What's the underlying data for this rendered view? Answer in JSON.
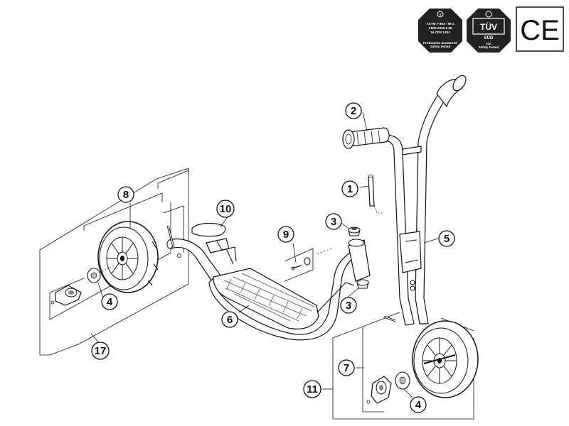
{
  "certifications": {
    "astm_lines": [
      "ASTM F 963 - 96 a",
      "ANSI Z315.1-96",
      "16 CFR 1303"
    ],
    "astm_footer": [
      "Production monitored",
      "Safety tested"
    ],
    "tuv_mark": "TÜV",
    "tuv_sub": "SÜD",
    "tuv_footer": [
      "GS",
      "Safety tested"
    ],
    "ce_mark": "CE"
  },
  "callouts": [
    {
      "id": "callout-1",
      "label": "1"
    },
    {
      "id": "callout-2",
      "label": "2"
    },
    {
      "id": "callout-3a",
      "label": "3"
    },
    {
      "id": "callout-3b",
      "label": "3"
    },
    {
      "id": "callout-4a",
      "label": "4"
    },
    {
      "id": "callout-4b",
      "label": "4"
    },
    {
      "id": "callout-5",
      "label": "5"
    },
    {
      "id": "callout-6",
      "label": "6"
    },
    {
      "id": "callout-7",
      "label": "7"
    },
    {
      "id": "callout-8",
      "label": "8"
    },
    {
      "id": "callout-9",
      "label": "9"
    },
    {
      "id": "callout-10",
      "label": "10"
    },
    {
      "id": "callout-11",
      "label": "11"
    },
    {
      "id": "callout-17",
      "label": "17"
    }
  ]
}
